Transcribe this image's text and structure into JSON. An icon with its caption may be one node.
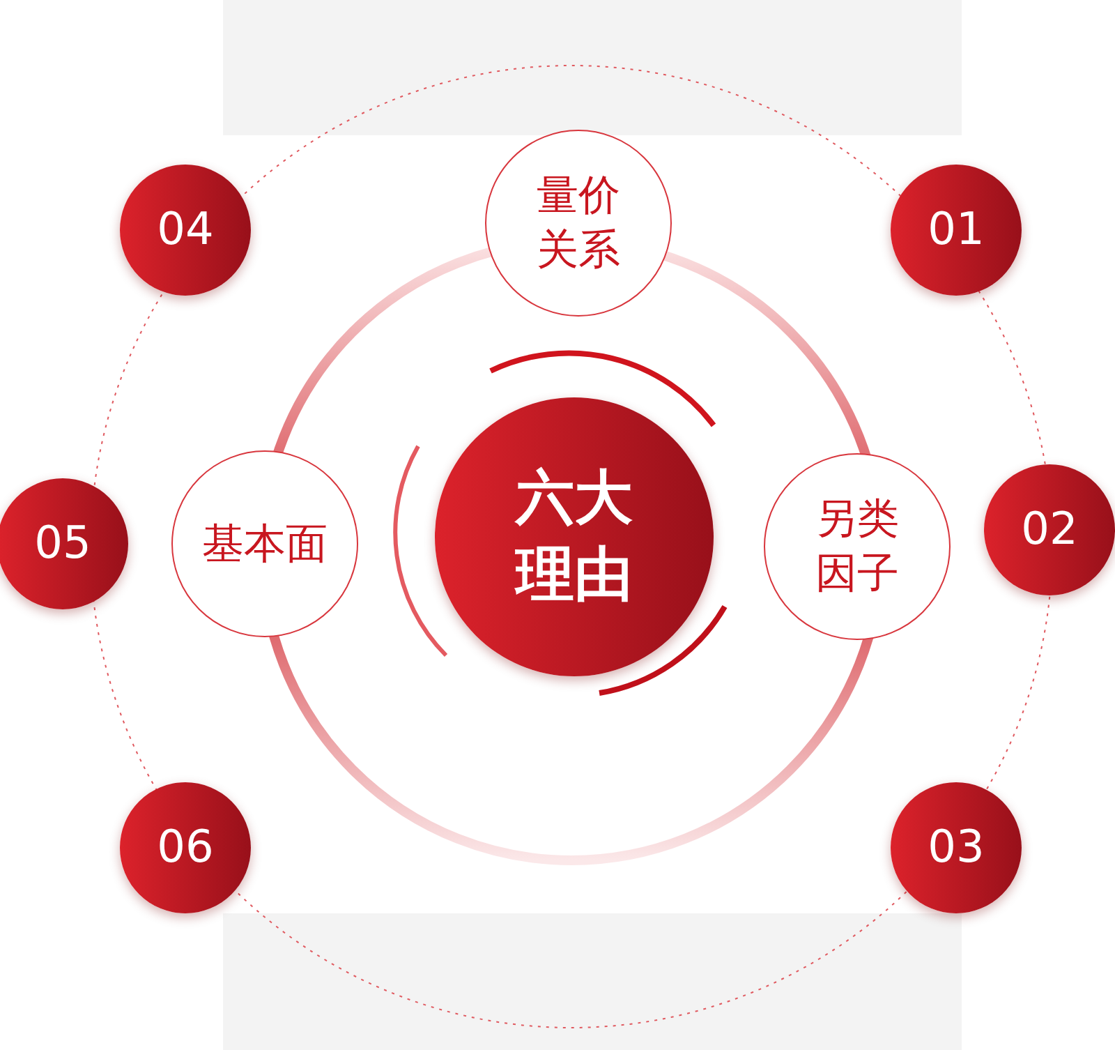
{
  "diagram": {
    "nodes": [
      {
        "text": [
          "04"
        ]
      },
      {
        "text": [
          "量价关系"
        ]
      },
      {
        "text": [
          "01"
        ]
      },
      {
        "text": [
          "05"
        ]
      },
      {
        "text": [
          "基本面"
        ]
      },
      {
        "text": [
          "六大理由"
        ]
      },
      {
        "text": [
          "另类因子"
        ]
      },
      {
        "text": [
          "02"
        ]
      },
      {
        "text": [
          "06"
        ]
      },
      {
        "text": [
          "03"
        ]
      }
    ]
  }
}
